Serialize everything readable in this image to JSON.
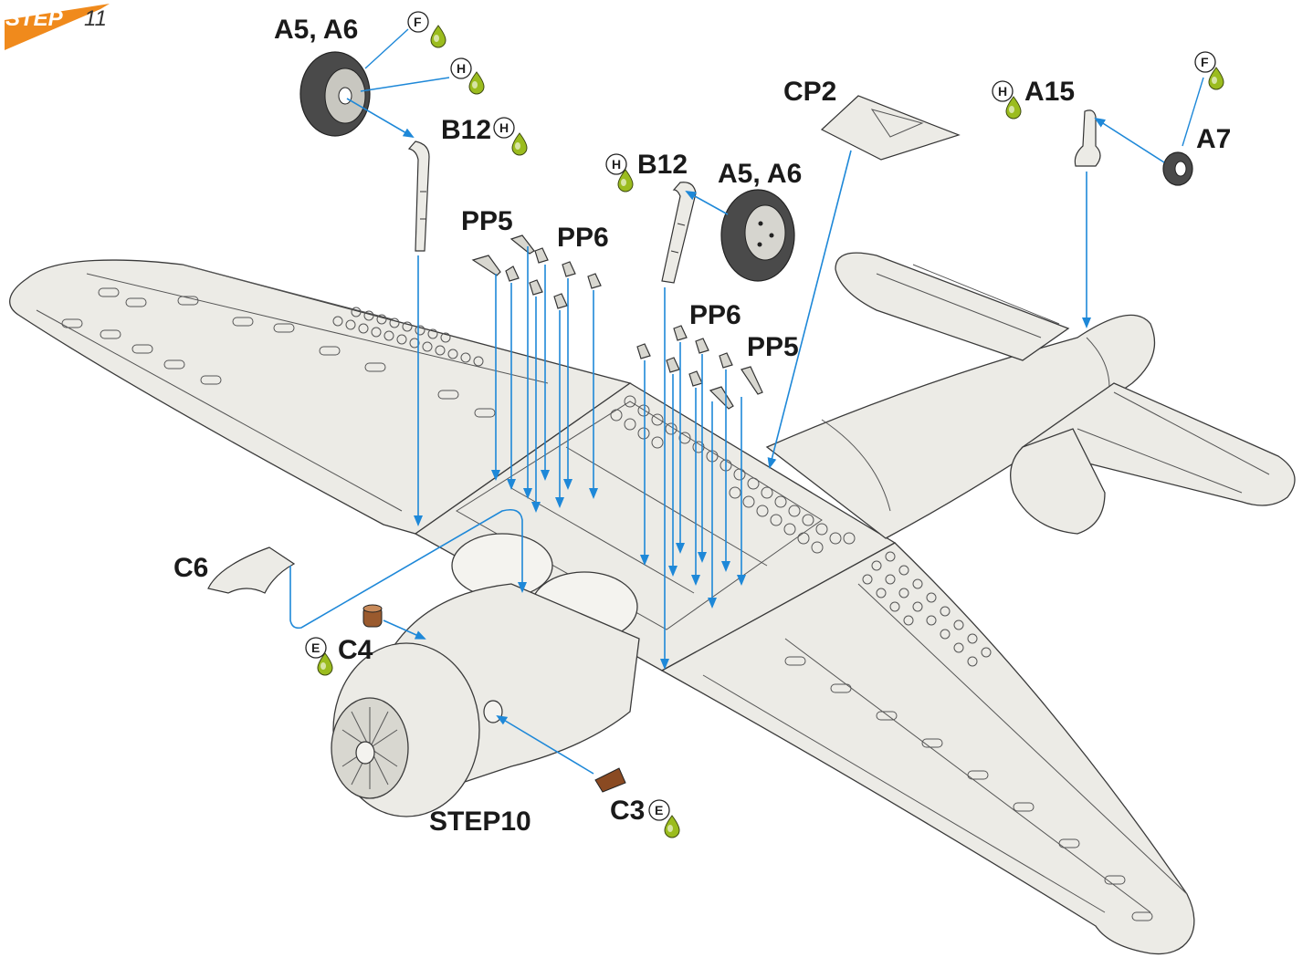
{
  "step": {
    "word": "STEP",
    "number": "11"
  },
  "labels": {
    "a5a6_left": "A5, A6",
    "a5a6_right": "A5, A6",
    "b12_left": "B12",
    "b12_right": "B12",
    "pp5_left": "PP5",
    "pp6_left": "PP6",
    "pp6_right": "PP6",
    "pp5_right": "PP5",
    "cp2": "CP2",
    "a15": "A15",
    "a7": "A7",
    "c6": "C6",
    "c4": "C4",
    "c3": "C3",
    "step10": "STEP10"
  },
  "codes": {
    "f": "F",
    "h": "H",
    "e": "E"
  },
  "colors": {
    "arrow": "#1e88d8",
    "badge_orange": "#f08a1c",
    "glue_green": "#9bbc1e",
    "tire": "#4a4a4a",
    "airframe": "#ecebe6"
  }
}
